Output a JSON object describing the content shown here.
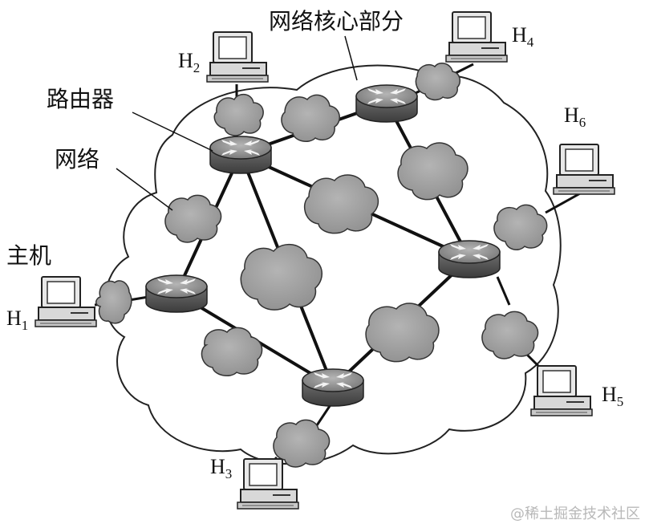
{
  "labels": {
    "core": "网络核心部分",
    "router": "路由器",
    "network": "网络",
    "host": "主机"
  },
  "hosts": [
    {
      "letter": "H",
      "sub": "1"
    },
    {
      "letter": "H",
      "sub": "2"
    },
    {
      "letter": "H",
      "sub": "3"
    },
    {
      "letter": "H",
      "sub": "4"
    },
    {
      "letter": "H",
      "sub": "5"
    },
    {
      "letter": "H",
      "sub": "6"
    }
  ],
  "watermark": "@稀土掘金技术社区"
}
